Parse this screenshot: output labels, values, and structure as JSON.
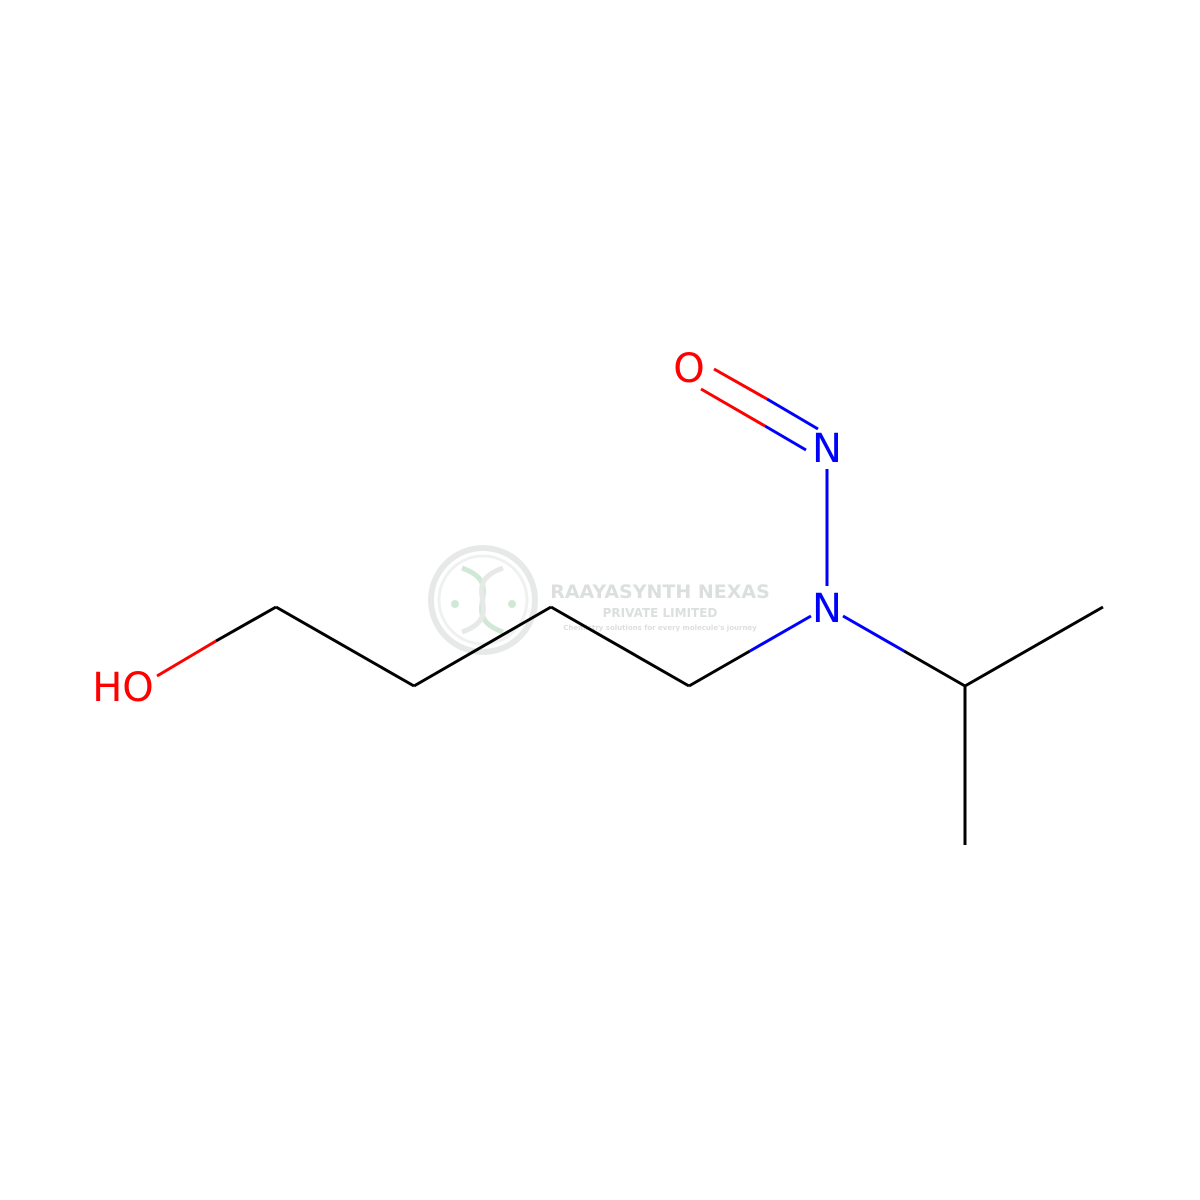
{
  "structure": {
    "atoms": {
      "o_nitroso": "O",
      "n_nitroso": "N",
      "n_amine": "N",
      "hydroxyl": "HO"
    },
    "colors": {
      "bond": "#000000",
      "nitrogen": "#0000ff",
      "oxygen": "#ff0000",
      "background": "#ffffff"
    }
  },
  "watermark": {
    "line1": "RAAYASYNTH NEXAS",
    "line2": "PRIVATE LIMITED",
    "line3": "Chemistry solutions for every molecule's journey",
    "color": "#9aa5a0"
  }
}
